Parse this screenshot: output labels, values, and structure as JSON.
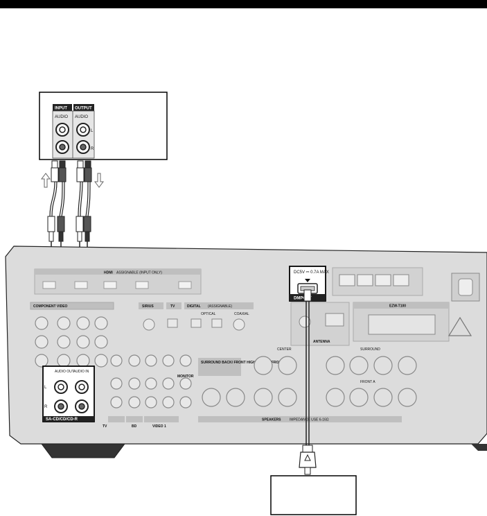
{
  "header_bar_color": "#000000",
  "panel_color": "#dcdcdc",
  "cd_recorder": {
    "input_label": "INPUT",
    "output_label": "OUTPUT",
    "audio_label_1": "AUDIO",
    "audio_label_2": "AUDIO",
    "left_label": "L",
    "right_label": "R"
  },
  "receiver": {
    "hdmi_label": "HDMI",
    "hdmi_sub": "ASSIGNABLE (INPUT ONLY)",
    "component_video_label": "COMPONENT VIDEO",
    "sirius_label": "SIRIUS",
    "tv_label": "TV",
    "digital_label": "DIGITAL",
    "digital_sub": "(ASSIGNABLE)",
    "optical_label": "OPTICAL",
    "coaxial_label": "COAXIAL",
    "dmport_rating": "DC5V ⎓ 0.7A MAX",
    "dmport_label": "DMPORT",
    "antenna_label": "ANTENNA",
    "ezw_label": "EZW-T100",
    "audio_out_label": "AUDIO OUT",
    "audio_in_label": "AUDIO IN",
    "l_label": "L",
    "r_label": "R",
    "sacd_label": "SA-CD/CD/CD-R",
    "tv_bottom_label": "TV",
    "bd_label": "BD",
    "video1_label": "VIDEO 1",
    "monitor_label": "MONITOR",
    "surround_back_label": "SURROUND BACK/ FRONT HIGH/ BI-AMP/ FRONT B",
    "center_label": "CENTER",
    "surround_label": "SURROUND",
    "front_a_label": "FRONT A",
    "speakers_label": "SPEAKERS",
    "impedance_label": "IMPEDANCE USE 6-16Ω"
  }
}
